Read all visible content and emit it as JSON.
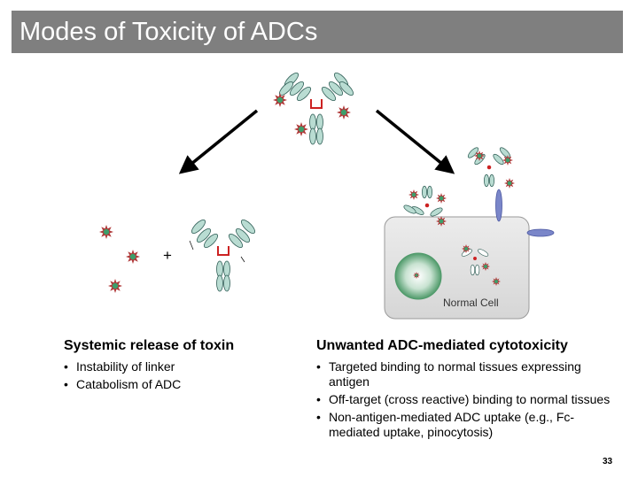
{
  "slide": {
    "title": "Modes of Toxicity of ADCs",
    "page_number": "33"
  },
  "diagram": {
    "plus_sign": "+",
    "cell_label": "Normal Cell",
    "colors": {
      "antibody_fill": "#b9dcd2",
      "antibody_stroke": "#2f5e56",
      "linker": "#cc2222",
      "toxin_outer": "#b03a3a",
      "toxin_inner": "#3d9e6b",
      "cell_fill": "#e3e3e3",
      "nucleus": "#4f9a6a",
      "receptor": "#7a86c9",
      "arrow": "#000000"
    }
  },
  "left_column": {
    "heading": "Systemic release of toxin",
    "bullets": [
      "Instability of linker",
      "Catabolism of ADC"
    ]
  },
  "right_column": {
    "heading": "Unwanted ADC-mediated cytotoxicity",
    "bullets": [
      "Targeted binding to normal tissues expressing antigen",
      "Off-target (cross reactive) binding to normal tissues",
      "Non-antigen-mediated ADC uptake (e.g., Fc-mediated uptake, pinocytosis)"
    ]
  }
}
